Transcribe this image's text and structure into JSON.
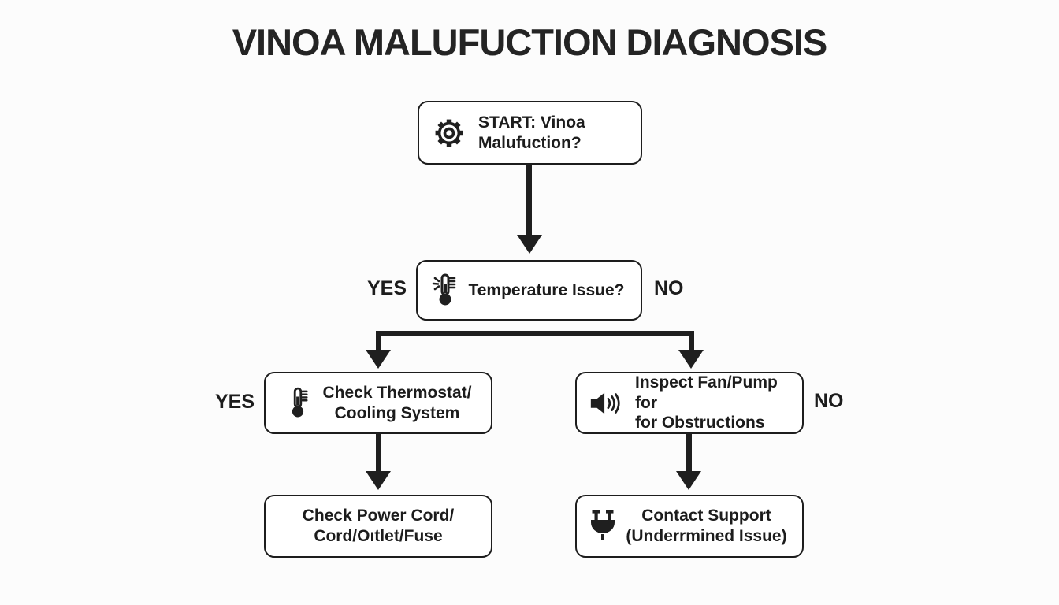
{
  "title": "VINOA MALUFUCTION DIAGNOSIS",
  "colors": {
    "ink": "#1f1f1f",
    "background": "#fcfcfc",
    "box_background": "#ffffff"
  },
  "flowchart": {
    "nodes": {
      "start": {
        "icon": "gear-icon",
        "line1": "START: Vinoa",
        "line2": "Malufuction?"
      },
      "temperature": {
        "icon": "thermometer-rays-icon",
        "line1": "Temperature Issue?"
      },
      "thermostat": {
        "icon": "thermometer-icon",
        "line1": "Check Thermostat/",
        "line2": "Cooling System"
      },
      "fan": {
        "icon": "speaker-icon",
        "line1": "Inspect Fan/Pump for",
        "line2": "for Obstructions"
      },
      "power": {
        "line1": "Check Power Cord/",
        "line2": "Cord/Oıtlet/Fuse"
      },
      "support": {
        "icon": "plug-icon",
        "line1": "Contact Support",
        "line2": "(Underrmined Issue)"
      }
    },
    "branch_labels": {
      "temperature_yes": "YES",
      "temperature_no": "NO",
      "thermostat_yes": "YES",
      "fan_no": "NO"
    }
  }
}
